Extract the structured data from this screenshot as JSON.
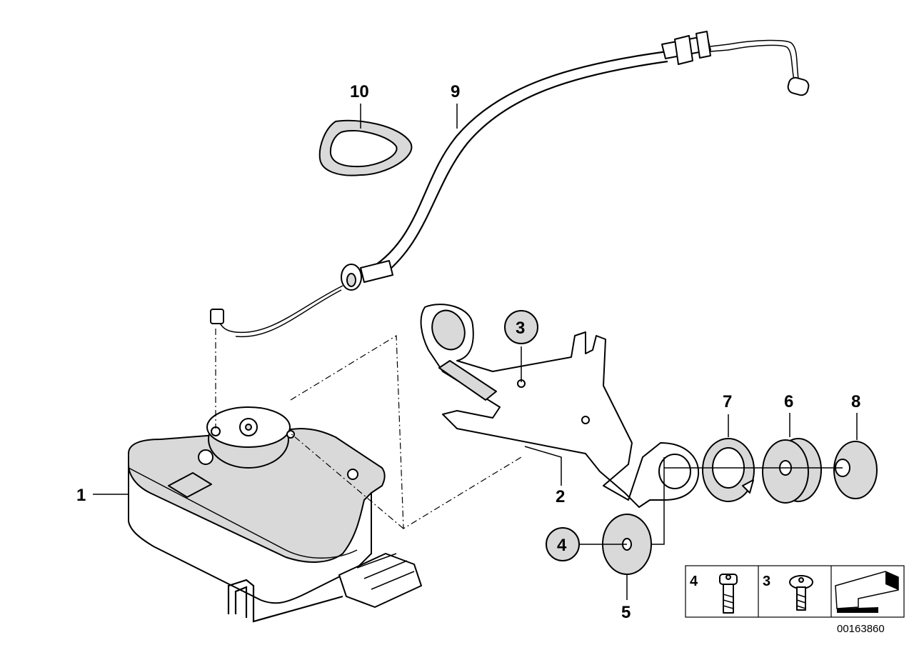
{
  "callouts": {
    "c1": "1",
    "c2": "2",
    "c3": "3",
    "c4": "4",
    "c5": "5",
    "c6": "6",
    "c7": "7",
    "c8": "8",
    "c9": "9",
    "c10": "10"
  },
  "legend": {
    "item_a": "4",
    "item_b": "3"
  },
  "doc_number": "00163860"
}
